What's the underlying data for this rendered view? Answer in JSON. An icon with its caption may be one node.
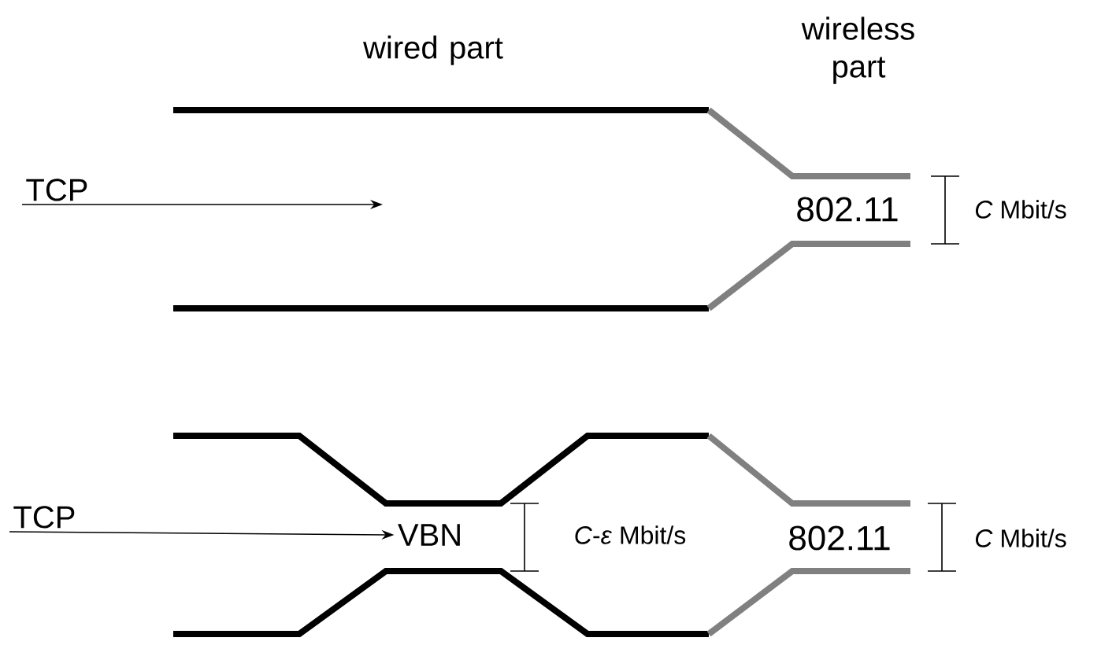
{
  "diagram": {
    "nodes": [
      {
        "text": [
          "TCP"
        ]
      },
      {
        "text": [
          "TCP"
        ]
      },
      {
        "text": [
          "VBN"
        ]
      }
    ],
    "edges": [
      {
        "from": 0,
        "to": null,
        "arrow": "to"
      },
      {
        "from": 1,
        "to": 2,
        "arrow": "to"
      }
    ],
    "labels": [
      "wired part",
      "wireless part",
      "802.11",
      "*C* Mbit/s",
      "*C*-*ε* Mbit/s",
      "802.11",
      "*C* Mbit/s"
    ]
  }
}
